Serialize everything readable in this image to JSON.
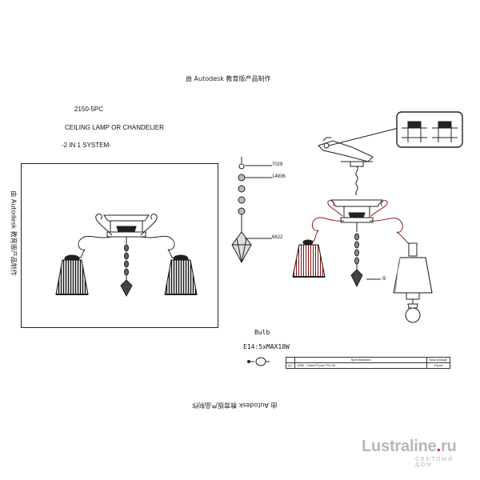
{
  "watermark": "由 Autodesk 教育版产品制作",
  "header": {
    "model": "2150-5PC",
    "name": "CEILING LAMP OR CHANDELIER",
    "system": "-2 IN 1 SYSTEM-"
  },
  "parts": {
    "p1": "7029",
    "p2": "14936",
    "p3": "6622",
    "callout": "①"
  },
  "bulb": {
    "title": "Bulb",
    "spec": "E14:5xMAX10W"
  },
  "table": {
    "headers": [
      "",
      "Specifications",
      "Total storage"
    ],
    "rows": [
      [
        "(1)",
        "1050 - 14mm*7pcs+701-40",
        "X1pcs"
      ]
    ]
  },
  "logo": {
    "main_a": "Lustra",
    "main_b": "line",
    "dot": ".",
    "main_c": "ru",
    "sub": "СВЕТЛЫЙ ДОМ"
  }
}
